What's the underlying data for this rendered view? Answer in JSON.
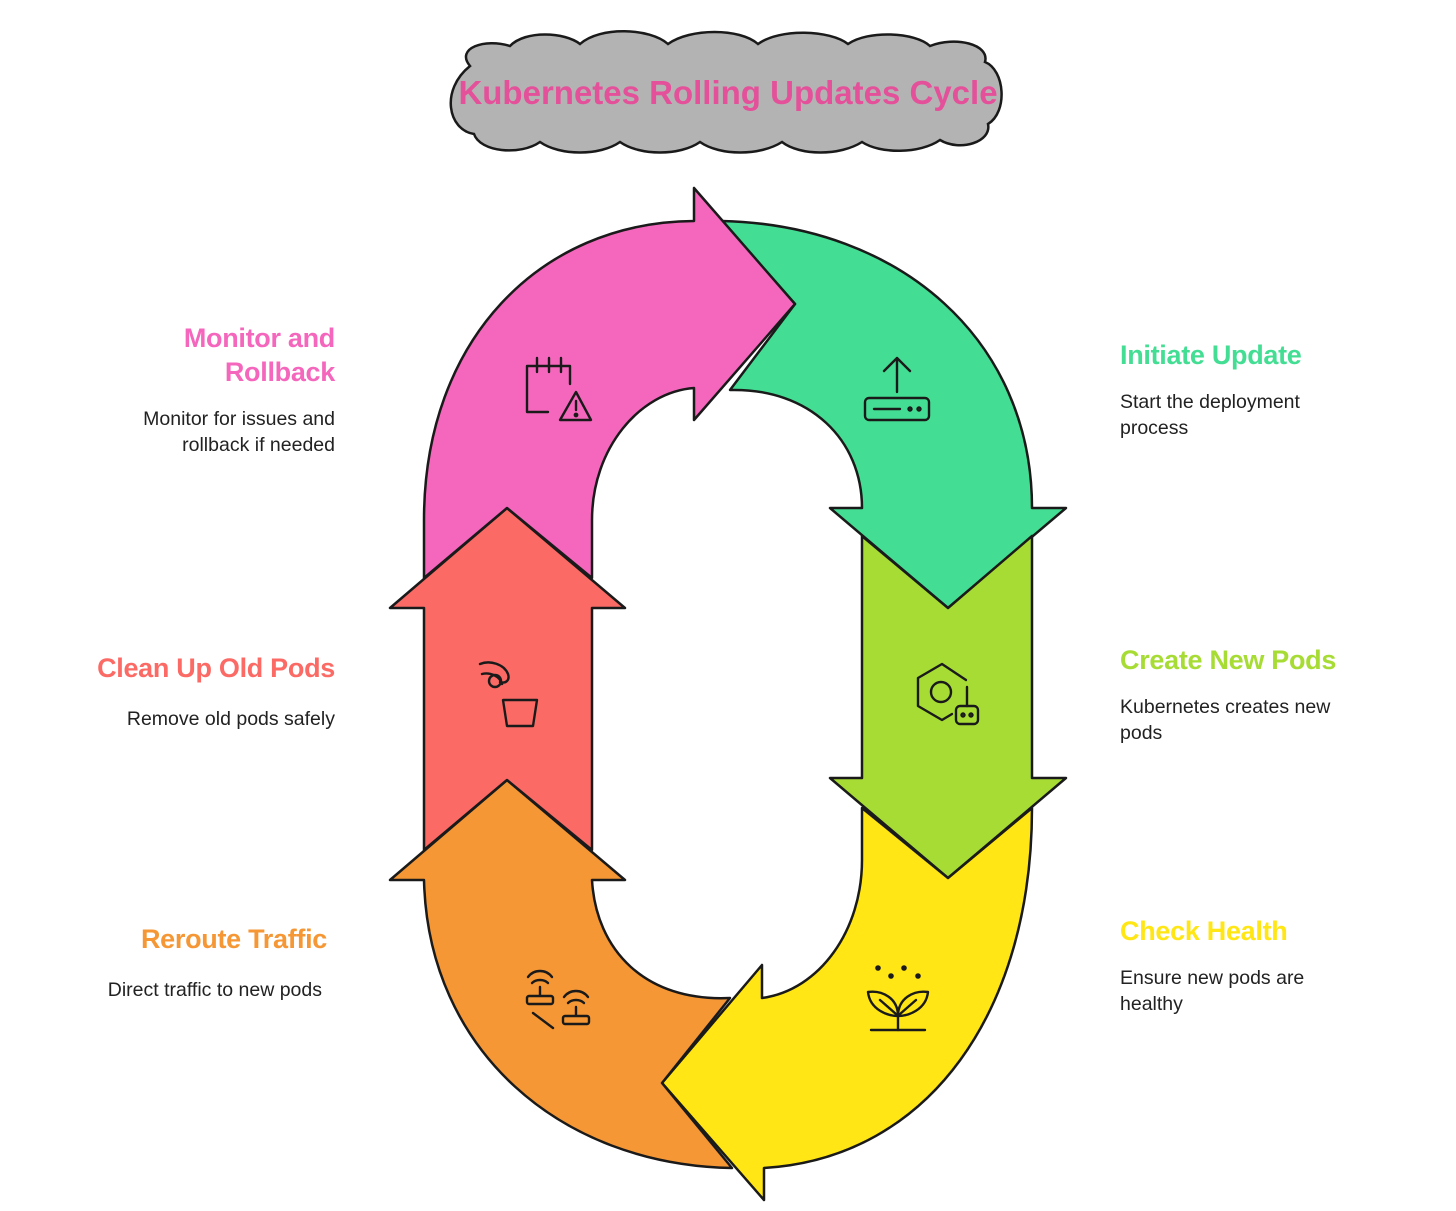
{
  "title": {
    "text": "Kubernetes Rolling Updates Cycle",
    "color": "#E4509A",
    "cloud_fill": "#B3B3B3"
  },
  "steps": {
    "initiate": {
      "title": "Initiate Update",
      "desc": "Start the deployment process",
      "color": "#43DE93",
      "icon": "upload-server-icon"
    },
    "create": {
      "title": "Create New Pods",
      "desc": "Kubernetes creates new pods",
      "color": "#A7DC34",
      "icon": "hexagon-robot-icon"
    },
    "health": {
      "title": "Check Health",
      "desc": "Ensure new pods are healthy",
      "color": "#FFE614",
      "icon": "sprout-icon"
    },
    "reroute": {
      "title": "Reroute Traffic",
      "desc": "Direct traffic to new pods",
      "color": "#F59734",
      "icon": "routers-icon"
    },
    "cleanup": {
      "title": "Clean Up Old Pods",
      "desc": "Remove old pods safely",
      "color": "#FB6A64",
      "icon": "hand-trash-icon"
    },
    "monitor": {
      "title": "Monitor and Rollback",
      "desc": "Monitor for issues and rollback if needed",
      "color": "#F467BC",
      "icon": "calendar-warning-icon"
    }
  }
}
